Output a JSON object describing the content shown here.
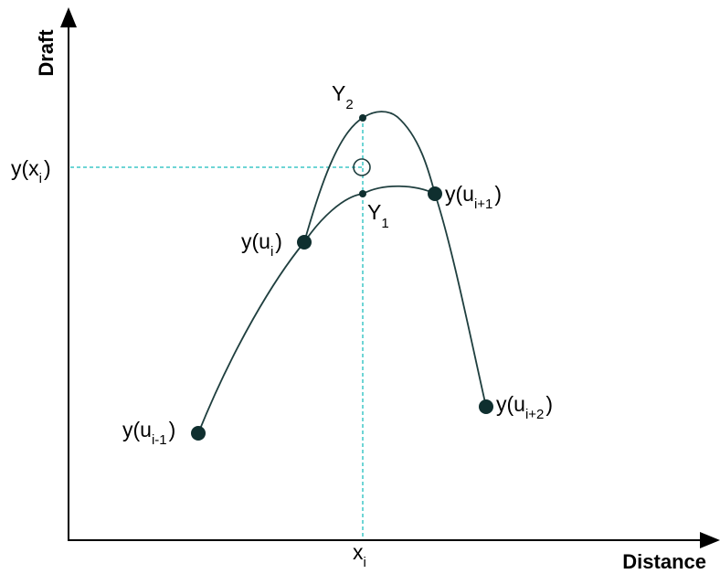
{
  "axes": {
    "x_title": "Distance",
    "y_title": "Draft"
  },
  "labels": {
    "x_i": {
      "base": "x",
      "sub": "i"
    },
    "y_x_i": {
      "pre": "y(x",
      "sub": "i",
      "post": ")"
    },
    "Y2": {
      "base": "Y",
      "sub": "2"
    },
    "Y1": {
      "base": "Y",
      "sub": "1"
    },
    "y_u_i": {
      "pre": "y(u",
      "sub": "i",
      "post": ")"
    },
    "y_u_i_plus_1": {
      "pre": "y(u",
      "sub": "i+1",
      "post": ")"
    },
    "y_u_i_minus_1": {
      "pre": "y(u",
      "sub": "i-1",
      "post": ")"
    },
    "y_u_i_plus_2": {
      "pre": "y(u",
      "sub": "i+2",
      "post": ")"
    }
  },
  "colors": {
    "curve": "#1f3f3f",
    "point": "#0f2f2f",
    "guide": "#3ec7c7",
    "axis": "#000000"
  }
}
